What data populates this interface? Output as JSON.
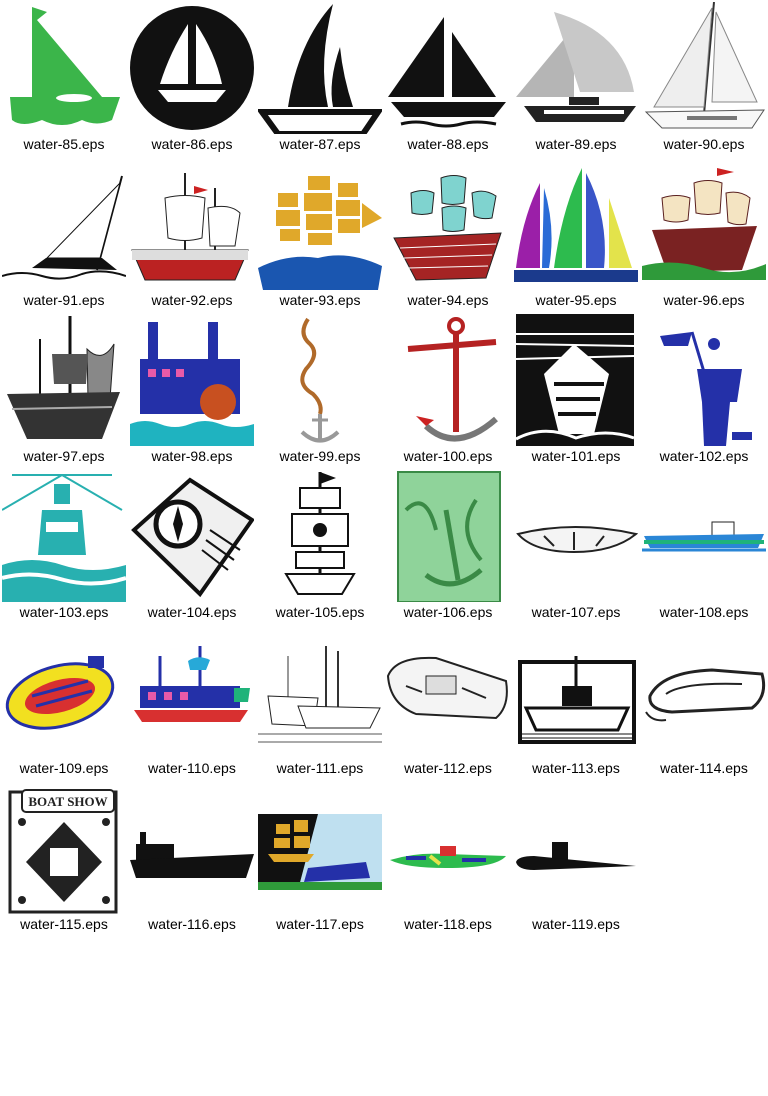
{
  "items": [
    {
      "label": "water-85.eps",
      "icon": "green-sailboat-icon"
    },
    {
      "label": "water-86.eps",
      "icon": "sailboat-circle-icon"
    },
    {
      "label": "water-87.eps",
      "icon": "black-sailboat-icon"
    },
    {
      "label": "water-88.eps",
      "icon": "black-triangle-sailboat-icon"
    },
    {
      "label": "water-89.eps",
      "icon": "gray-sailboat-icon"
    },
    {
      "label": "water-90.eps",
      "icon": "white-yacht-icon"
    },
    {
      "label": "water-91.eps",
      "icon": "sketch-sailboat-icon"
    },
    {
      "label": "water-92.eps",
      "icon": "caravel-ship-icon"
    },
    {
      "label": "water-93.eps",
      "icon": "gold-clipper-ship-icon"
    },
    {
      "label": "water-94.eps",
      "icon": "galleon-ship-icon"
    },
    {
      "label": "water-95.eps",
      "icon": "colorful-sailboats-icon"
    },
    {
      "label": "water-96.eps",
      "icon": "pirate-galleon-icon"
    },
    {
      "label": "water-97.eps",
      "icon": "dark-galleon-icon"
    },
    {
      "label": "water-98.eps",
      "icon": "paddle-steamer-icon"
    },
    {
      "label": "water-99.eps",
      "icon": "anchor-rope-icon"
    },
    {
      "label": "water-100.eps",
      "icon": "red-anchor-icon"
    },
    {
      "label": "water-101.eps",
      "icon": "buoy-woodcut-icon"
    },
    {
      "label": "water-102.eps",
      "icon": "lookout-tower-icon"
    },
    {
      "label": "water-103.eps",
      "icon": "teal-lighthouse-buoy-icon"
    },
    {
      "label": "water-104.eps",
      "icon": "compass-map-icon"
    },
    {
      "label": "water-105.eps",
      "icon": "pirate-ship-icon"
    },
    {
      "label": "water-106.eps",
      "icon": "green-anchor-seabed-icon"
    },
    {
      "label": "water-107.eps",
      "icon": "rowboat-icon"
    },
    {
      "label": "water-108.eps",
      "icon": "tugboat-icon"
    },
    {
      "label": "water-109.eps",
      "icon": "yellow-raft-icon"
    },
    {
      "label": "water-110.eps",
      "icon": "festive-steamboat-icon"
    },
    {
      "label": "water-111.eps",
      "icon": "fishing-boats-sketch-icon"
    },
    {
      "label": "water-112.eps",
      "icon": "dinghy-sketch-icon"
    },
    {
      "label": "water-113.eps",
      "icon": "trawler-woodcut-icon"
    },
    {
      "label": "water-114.eps",
      "icon": "inflatable-boat-icon"
    },
    {
      "label": "water-115.eps",
      "icon": "boat-show-poster-icon"
    },
    {
      "label": "water-116.eps",
      "icon": "barge-silhouette-icon"
    },
    {
      "label": "water-117.eps",
      "icon": "ship-collage-icon"
    },
    {
      "label": "water-118.eps",
      "icon": "colorful-submarine-icon"
    },
    {
      "label": "water-119.eps",
      "icon": "submarine-silhouette-icon"
    }
  ],
  "poster_text": "BOAT SHOW"
}
